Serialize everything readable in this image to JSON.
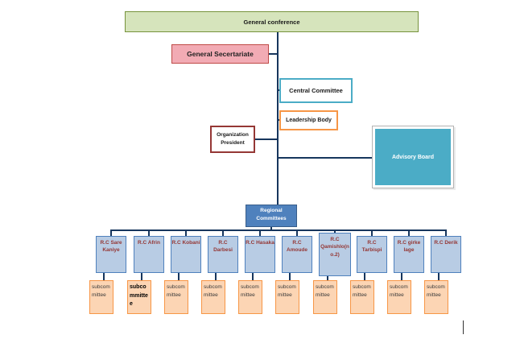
{
  "diagram": {
    "nodes": {
      "general_conference": "General conference",
      "general_secretariat": "General Secertariate",
      "central_committee": "Central Committee",
      "leadership_body": "Leadership Body",
      "organization_president": "Organization President",
      "advisory_board": "Advisory Board",
      "regional_committees": "Regional Committees"
    },
    "regional": [
      {
        "label": "R.C Sare Kaniye",
        "subcommittee": "subcommittee"
      },
      {
        "label": "R.C Afrin",
        "subcommittee": "subcommittee"
      },
      {
        "label": "R.C Kobani",
        "subcommittee": "subcommittee"
      },
      {
        "label": "R.C Darbesi",
        "subcommittee": "subcommittee"
      },
      {
        "label": "R.C Hasaka",
        "subcommittee": "subcommittee"
      },
      {
        "label": "R.C Amoude",
        "subcommittee": "subcommittee"
      },
      {
        "label": "R.C Qamishlo(no.2)",
        "subcommittee": "subcommittee"
      },
      {
        "label": "R.C Tarbispi",
        "subcommittee": "subcommittee"
      },
      {
        "label": "R.C girke lage",
        "subcommittee": "subcommittee"
      },
      {
        "label": "R.C Derik",
        "subcommittee": "subcommittee"
      }
    ],
    "colors": {
      "green_fill": "#d6e4bc",
      "green_border": "#77933c",
      "pink_fill": "#f2abb4",
      "pink_border": "#bf4a47",
      "teal": "#4bacc6",
      "orange_border": "#f79646",
      "orange_fill": "#fcd5b4",
      "dark_red_border": "#953735",
      "blue": "#4f81bd",
      "light_blue_fill": "#b8cce4",
      "connector_line": "#17365d"
    }
  }
}
